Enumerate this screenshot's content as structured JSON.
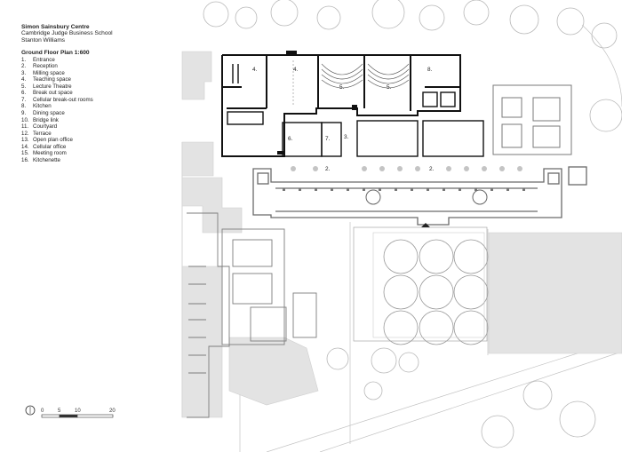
{
  "title": "Simon Sainsbury Centre",
  "subtitle": "Cambridge Judge Business School",
  "architect": "Stanton Williams",
  "plan_heading": "Ground Floor Plan 1:600",
  "legend": [
    {
      "num": "1.",
      "label": "Entrance"
    },
    {
      "num": "2.",
      "label": "Reception"
    },
    {
      "num": "3.",
      "label": "Milling space"
    },
    {
      "num": "4.",
      "label": "Teaching space"
    },
    {
      "num": "5.",
      "label": "Lecture Theatre"
    },
    {
      "num": "6.",
      "label": "Break out space"
    },
    {
      "num": "7.",
      "label": "Cellular break-out rooms"
    },
    {
      "num": "8.",
      "label": "Kitchen"
    },
    {
      "num": "9.",
      "label": "Dining space"
    },
    {
      "num": "10.",
      "label": "Bridge link"
    },
    {
      "num": "11.",
      "label": "Courtyard"
    },
    {
      "num": "12.",
      "label": "Terrace"
    },
    {
      "num": "13.",
      "label": "Open plan office"
    },
    {
      "num": "14.",
      "label": "Cellular office"
    },
    {
      "num": "15.",
      "label": "Meeting room"
    },
    {
      "num": "16.",
      "label": "Kitchenette"
    }
  ],
  "plan_labels": {
    "teaching_a": "4.",
    "teaching_b": "4.",
    "lecture_a": "5.",
    "lecture_b": "5.",
    "kitchen": "8.",
    "breakout": "6.",
    "cellular": "7.",
    "milling": "3.",
    "reception_a": "2.",
    "reception_b": "2."
  },
  "scale_bar": {
    "ticks": [
      "0",
      "5",
      "10",
      "20"
    ]
  }
}
